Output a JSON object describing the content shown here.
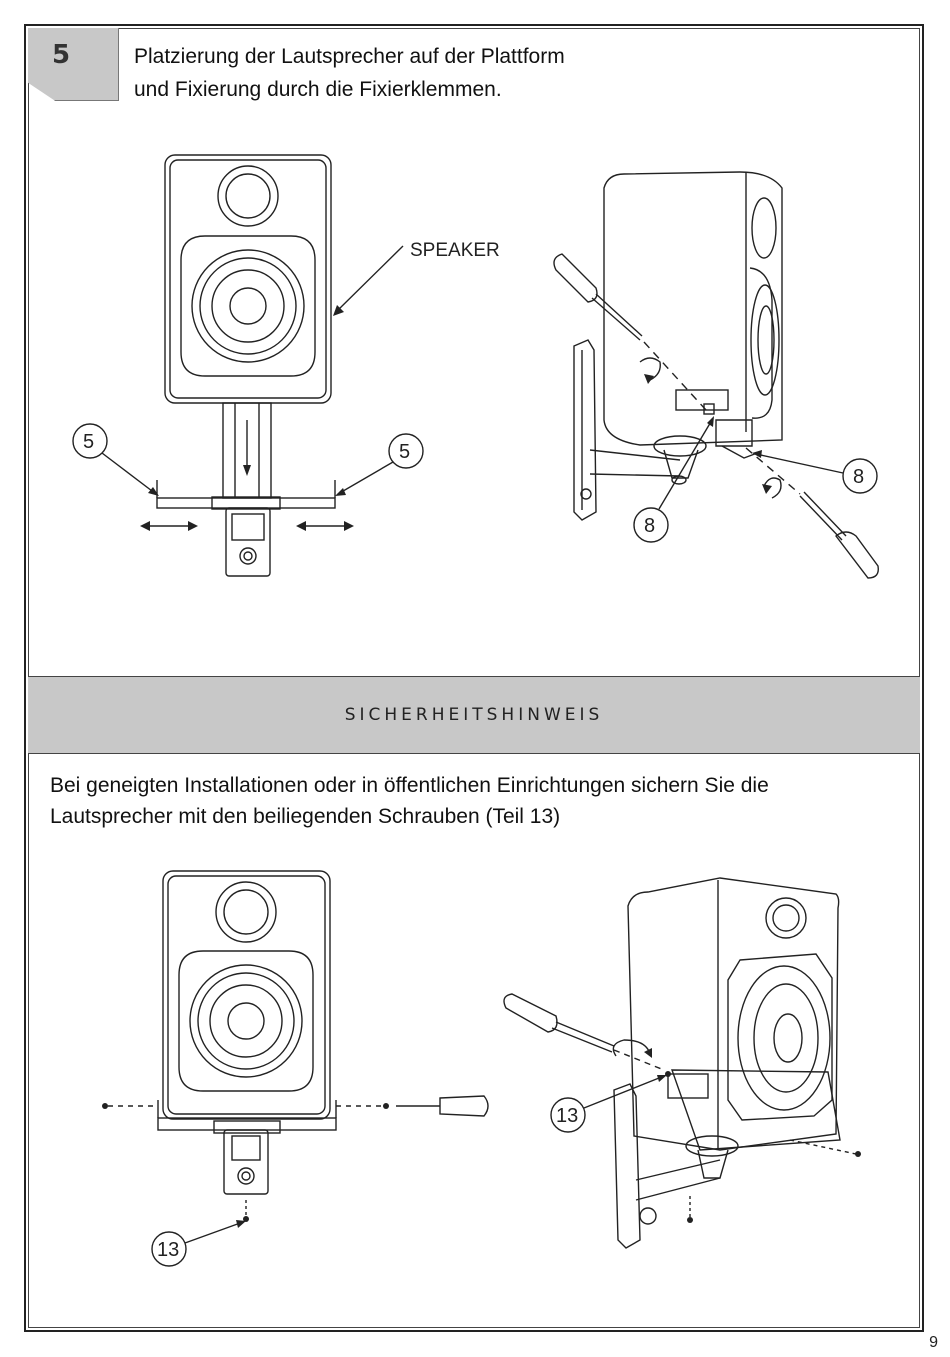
{
  "step": {
    "number": "5",
    "instruction": "Platzierung der Lautsprecher auf der Plattform\nund Fixierung durch die Fixierklemmen."
  },
  "figure_top": {
    "speaker_label": "SPEAKER",
    "callouts": [
      "5",
      "5",
      "8",
      "8"
    ]
  },
  "safety": {
    "heading": "SICHERHEITSHINWEIS",
    "text": "Bei geneigten Installationen oder in öffentlichen Einrichtungen sichern Sie die Lautsprecher mit den beiliegenden Schrauben (Teil 13)"
  },
  "figure_bottom": {
    "callouts": [
      "13",
      "13"
    ]
  },
  "page_number": "9"
}
